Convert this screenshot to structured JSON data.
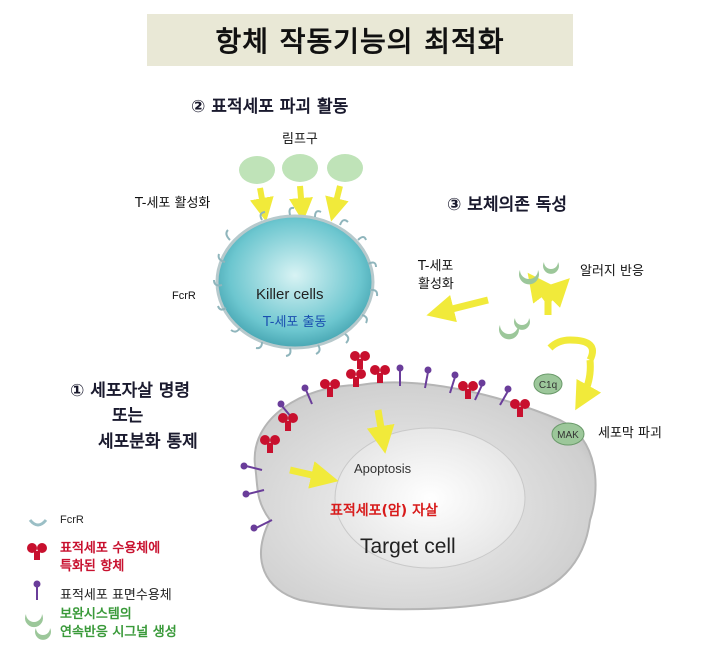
{
  "title": "항체 작동기능의 최적화",
  "section2": {
    "heading": "② 표적세포 파괴 활동",
    "lymphocyte": "림프구",
    "t_activation": "T-세포 활성화"
  },
  "section3": {
    "heading": "③ 보체의존 독성",
    "t_activation": "T-세포\n활성화",
    "allergy": "알러지 반응",
    "membrane": "세포막 파괴",
    "c1q": "C1q",
    "mak": "MAK"
  },
  "section1": {
    "line1": "① 세포자살 명령",
    "line2": "또는",
    "line3": "세포분화 통제"
  },
  "killer": {
    "name": "Killer cells",
    "sub": "T-세포 출동",
    "fcr": "FcrR"
  },
  "target": {
    "apoptosis": "Apoptosis",
    "suicide": "표적세포(암) 자살",
    "name": "Target cell"
  },
  "legend": [
    {
      "text": "FcrR",
      "color": "#222222"
    },
    {
      "text": "표적세포 수용체에\n특화된 항체",
      "color": "#c8102e"
    },
    {
      "text": "표적세포 표면수용체",
      "color": "#222222"
    },
    {
      "text": "보완시스템의\n연속반응 시그널 생성",
      "color": "#3a9a3a"
    }
  ],
  "colors": {
    "title_bg": "#e9e8d6",
    "arrow": "#f1ea3a",
    "antibody": "#c8102e",
    "receptor": "#6a3d9a",
    "lymph": "#bfe3b8",
    "complement": "#9cc79a"
  }
}
